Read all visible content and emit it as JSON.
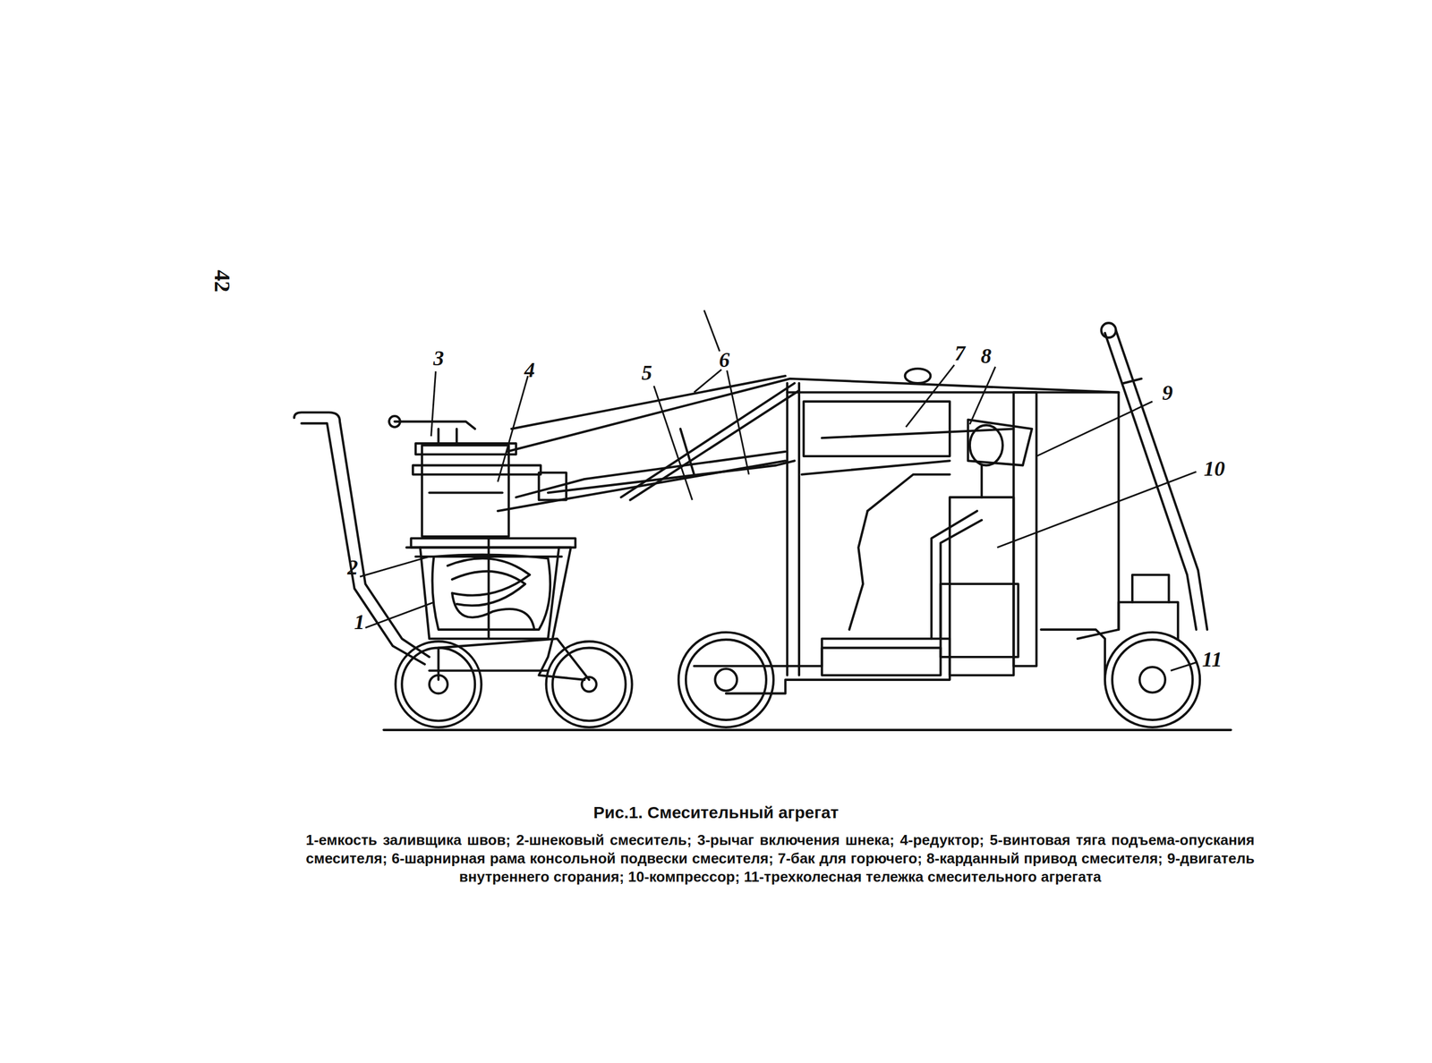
{
  "diagram": {
    "title": "Рис.1. Смесительный агрегат",
    "caption": "1-емкость заливщика швов; 2-шнековый смеситель; 3-рычаг включения шнека; 4-редуктор; 5-винтовая тяга подъема-опускания смесителя; 6-шарнирная рама консольной подвески смесителя; 7-бак для горючего; 8-карданный привод смесителя; 9-двигатель внутреннего сгорания; 10-компрессор; 11-трехколесная тележка смесительного агрегата",
    "labels": [
      "42",
      "3",
      "4",
      "5",
      "6",
      "7",
      "8",
      "9",
      "10",
      "2",
      "1",
      "11"
    ]
  }
}
